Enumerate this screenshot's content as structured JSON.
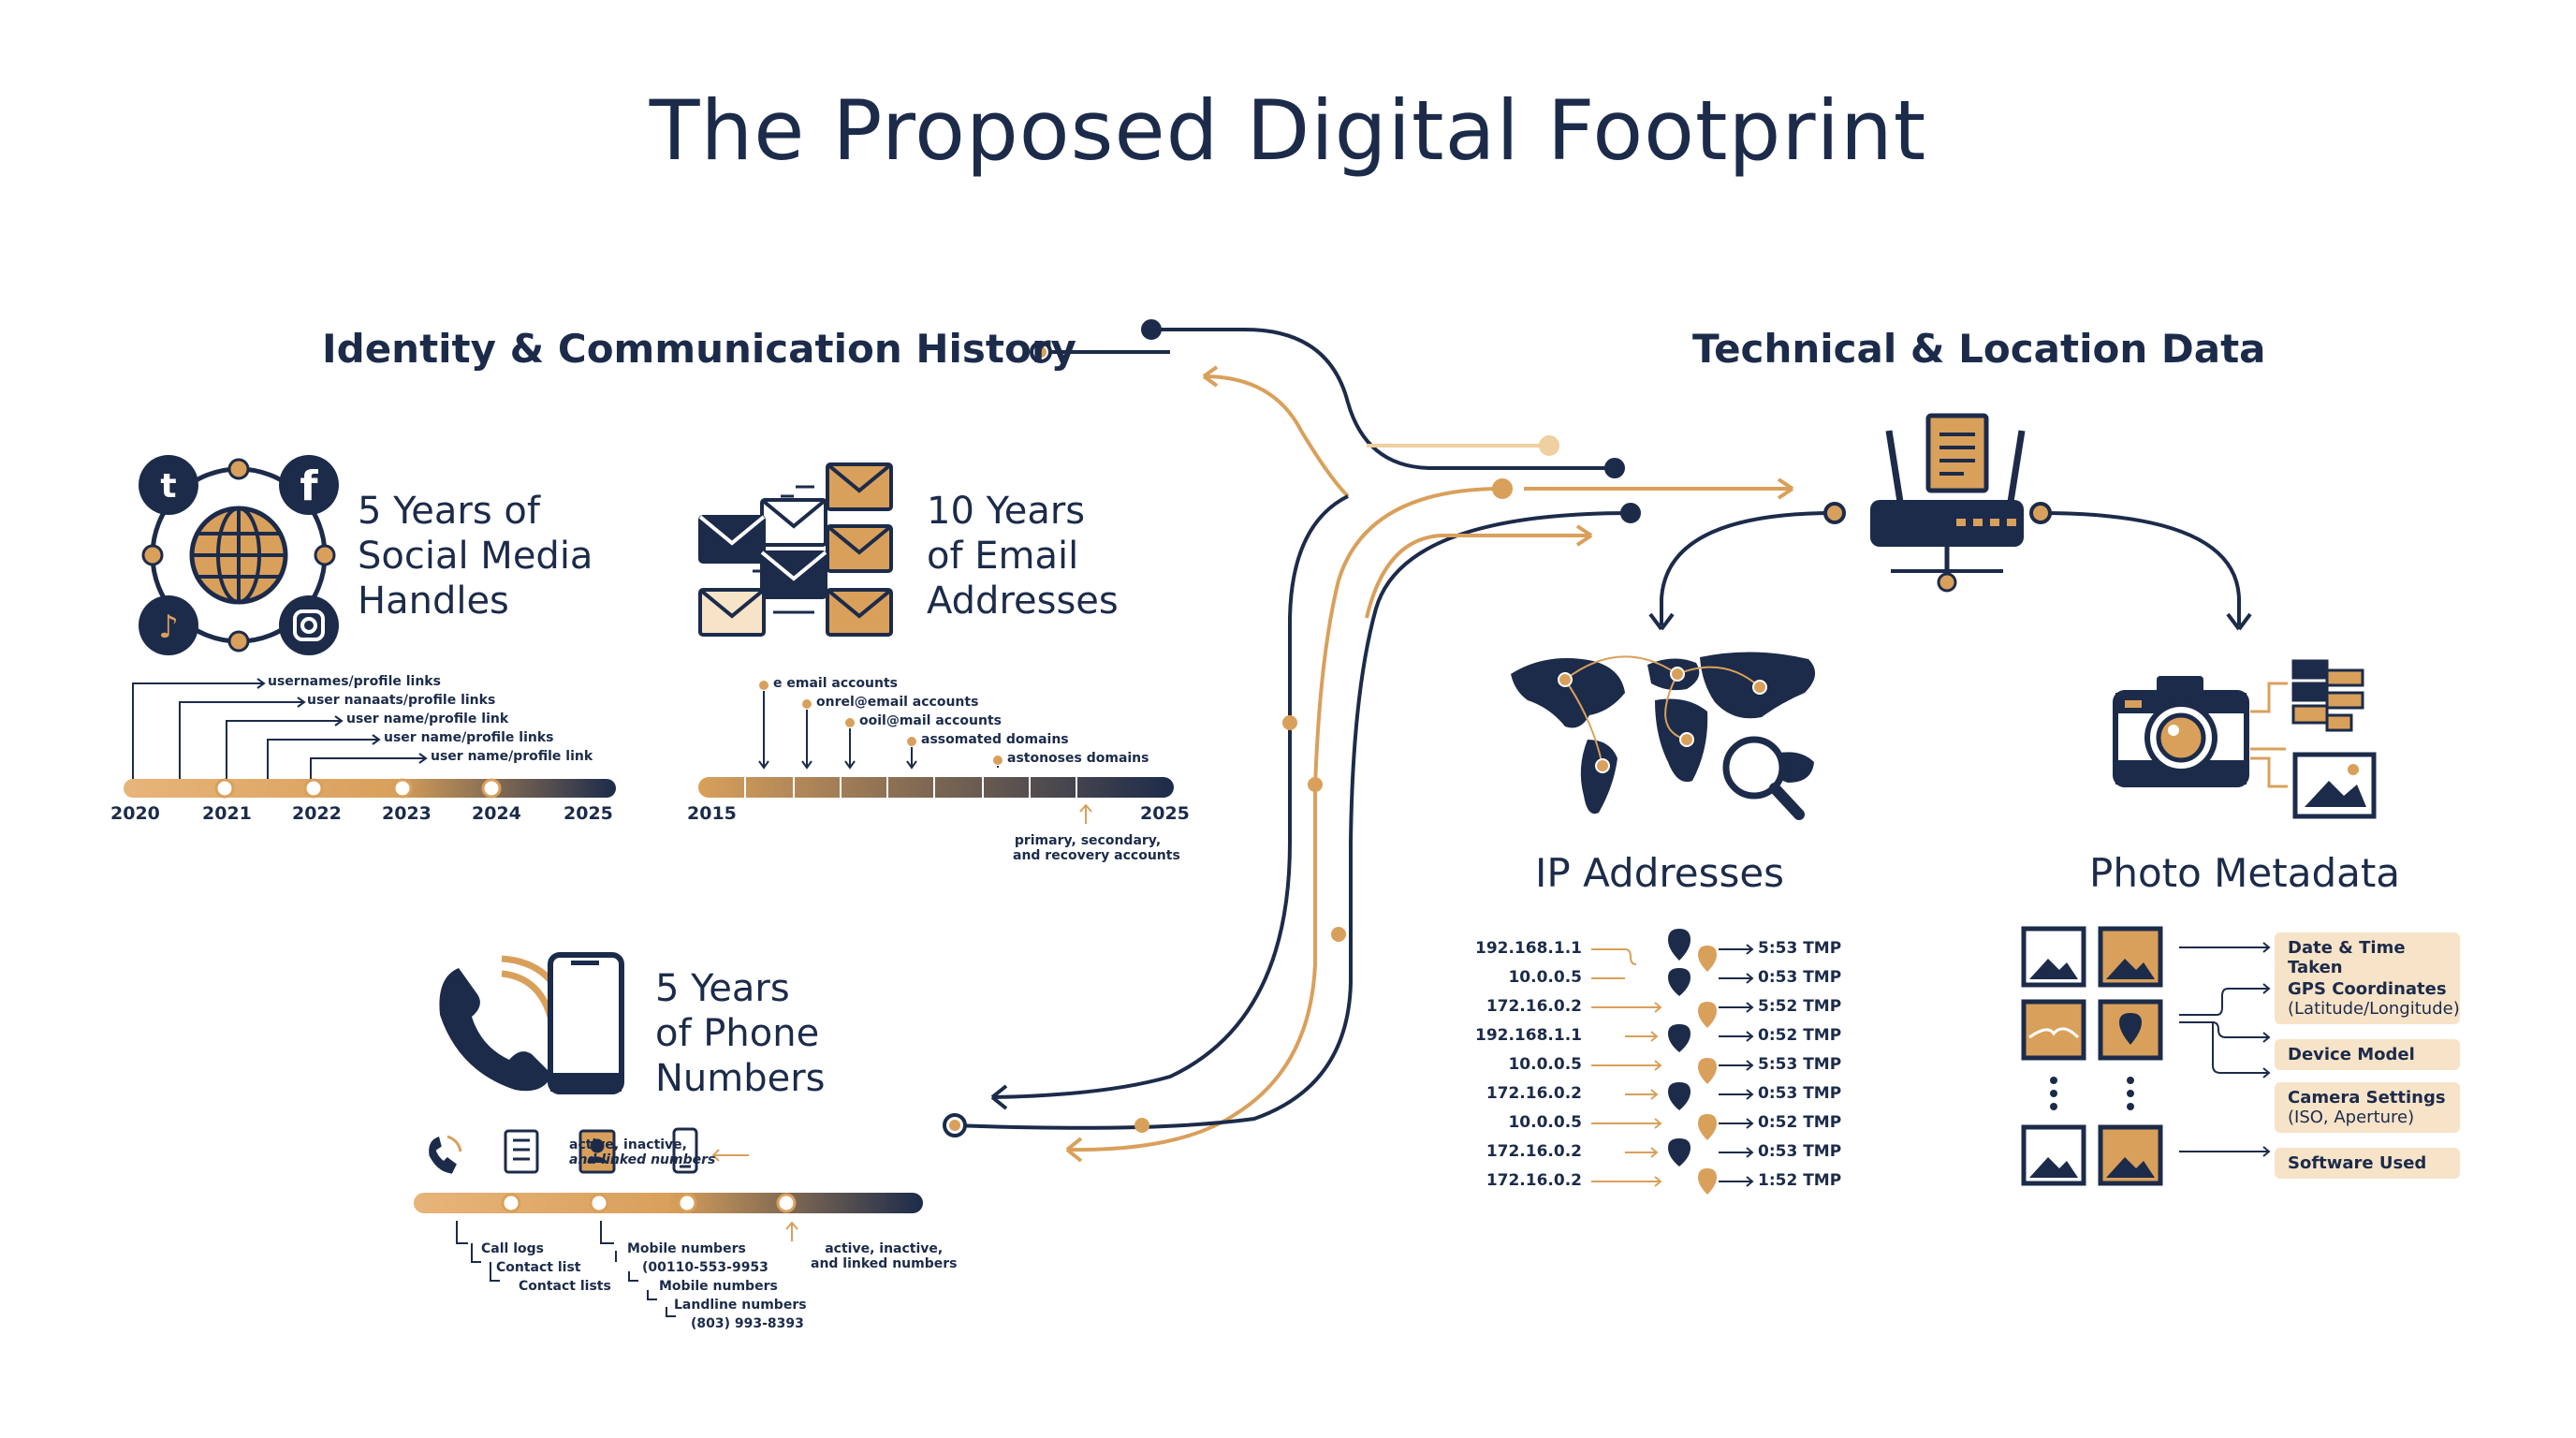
{
  "title": "The Proposed Digital Footprint",
  "left_section": {
    "title": "Identity & Communication History",
    "social": {
      "label_lines": [
        "5 Years of",
        "Social Media",
        "Handles"
      ],
      "annotations": [
        "usernames/profile links",
        "user nanaats/profile links",
        "user name/profile link",
        "user name/profile links",
        "user name/profile link"
      ],
      "years": [
        "2020",
        "2021",
        "2022",
        "2023",
        "2024",
        "2025"
      ]
    },
    "email": {
      "label_lines": [
        "10 Years",
        "of Email",
        "Addresses"
      ],
      "annotations": [
        "e email accounts",
        "onrel@email accounts",
        "ooil@mail accounts",
        "assomated domains",
        "astonoses domains"
      ],
      "start_year": "2015",
      "end_year": "2025",
      "note_lines": [
        "primary, secondary,",
        "and recovery accounts"
      ]
    },
    "phone": {
      "label_lines": [
        "5 Years",
        "of Phone",
        "Numbers"
      ],
      "top_note_lines": [
        "active, inactive,",
        "and linked numbers"
      ],
      "right_note_lines": [
        "active, inactive,",
        "and linked numbers"
      ],
      "bottom_left": [
        "Call logs",
        "Contact list",
        "Contact lists"
      ],
      "bottom_mid": [
        "Mobile numbers",
        "(00110-553-9953",
        "Mobile numbers",
        "Landline numbers",
        "(803) 993-8393"
      ]
    }
  },
  "right_section": {
    "title": "Technical & Location Data",
    "ip": {
      "title": "IP Addresses",
      "rows": [
        {
          "ip": "192.168.1.1",
          "time": "5:53 TMP"
        },
        {
          "ip": "10.0.0.5",
          "time": "0:53 TMP"
        },
        {
          "ip": "172.16.0.2",
          "time": "5:52 TMP"
        },
        {
          "ip": "192.168.1.1",
          "time": "0:52 TMP"
        },
        {
          "ip": "10.0.0.5",
          "time": "5:53 TMP"
        },
        {
          "ip": "172.16.0.2",
          "time": "0:53 TMP"
        },
        {
          "ip": "10.0.0.5",
          "time": "0:52 TMP"
        },
        {
          "ip": "172.16.0.2",
          "time": "0:53 TMP"
        },
        {
          "ip": "172.16.0.2",
          "time": "1:52 TMP"
        }
      ]
    },
    "photo": {
      "title": "Photo Metadata",
      "fields": [
        {
          "label": "Date & Time Taken",
          "sub": ""
        },
        {
          "label": "GPS Coordinates",
          "sub": "(Latitude/Longitude)"
        },
        {
          "label": "Device Model",
          "sub": ""
        },
        {
          "label": "Camera Settings",
          "sub": "(ISO, Aperture)"
        },
        {
          "label": "Software Used",
          "sub": ""
        }
      ]
    }
  },
  "colors": {
    "navy": "#1c2b4a",
    "gold": "#d9a05b",
    "light_gold": "#f7e3c8"
  }
}
